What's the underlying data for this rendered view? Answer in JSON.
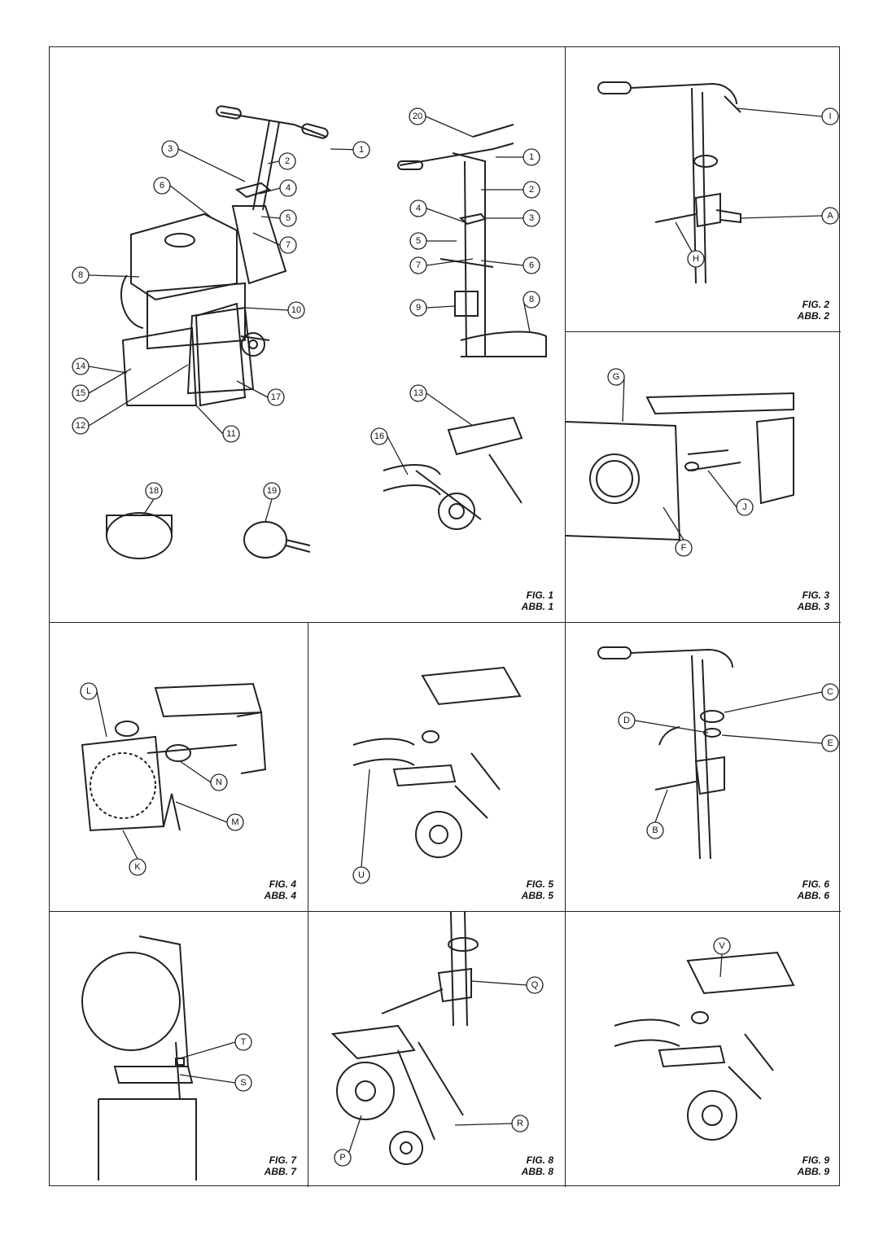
{
  "figures": [
    {
      "id": "fig1",
      "fig": "FIG. 1",
      "abb": "ABB. 1",
      "callouts": [
        "1",
        "2",
        "3",
        "4",
        "5",
        "6",
        "7",
        "8",
        "10",
        "11",
        "12",
        "14",
        "15",
        "17",
        "18",
        "19",
        "20",
        "1",
        "2",
        "3",
        "4",
        "5",
        "6",
        "7",
        "8",
        "9",
        "13",
        "16"
      ]
    },
    {
      "id": "fig2",
      "fig": "FIG. 2",
      "abb": "ABB. 2",
      "callouts": [
        "I",
        "A",
        "H"
      ]
    },
    {
      "id": "fig3",
      "fig": "FIG. 3",
      "abb": "ABB. 3",
      "callouts": [
        "G",
        "J",
        "F"
      ]
    },
    {
      "id": "fig4",
      "fig": "FIG. 4",
      "abb": "ABB. 4",
      "callouts": [
        "L",
        "N",
        "M",
        "K"
      ]
    },
    {
      "id": "fig5",
      "fig": "FIG. 5",
      "abb": "ABB. 5",
      "callouts": [
        "U"
      ]
    },
    {
      "id": "fig6",
      "fig": "FIG. 6",
      "abb": "ABB. 6",
      "callouts": [
        "C",
        "D",
        "E",
        "B"
      ]
    },
    {
      "id": "fig7",
      "fig": "FIG. 7",
      "abb": "ABB. 7",
      "callouts": [
        "T",
        "S"
      ]
    },
    {
      "id": "fig8",
      "fig": "FIG. 8",
      "abb": "ABB. 8",
      "callouts": [
        "Q",
        "R",
        "P"
      ]
    },
    {
      "id": "fig9",
      "fig": "FIG. 9",
      "abb": "ABB. 9",
      "callouts": [
        "V"
      ]
    }
  ]
}
